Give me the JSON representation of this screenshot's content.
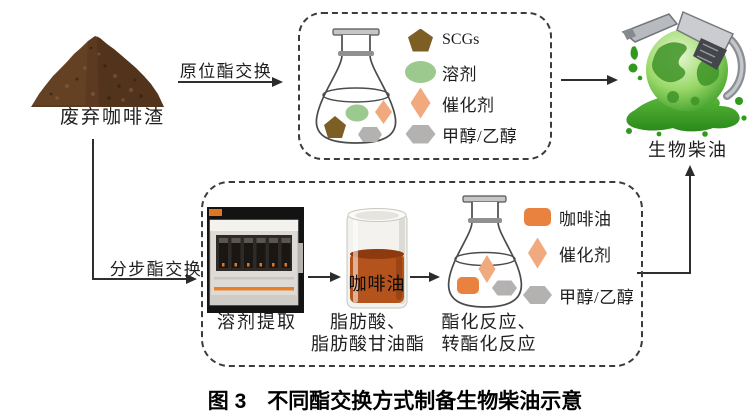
{
  "caption": "图 3　不同酯交换方式制备生物柴油示意",
  "source": {
    "coffee_grounds_label": "废弃咖啡渣"
  },
  "routes": {
    "in_situ_label": "原位酯交换",
    "stepwise_label": "分步酯交换"
  },
  "product": {
    "label": "生物柴油"
  },
  "top_box": {
    "legend": [
      {
        "shape": "pentagon",
        "label": "SCGs",
        "color": "#7d5e25"
      },
      {
        "shape": "ellipse",
        "label": "溶剂",
        "color": "#9cca8e"
      },
      {
        "shape": "diamond",
        "label": "催化剂",
        "color": "#f1a97e"
      },
      {
        "shape": "hexagon",
        "label": "甲醇/乙醇",
        "color": "#b4b1b1"
      }
    ]
  },
  "bottom_box": {
    "steps": {
      "extraction_label": "溶剂提取",
      "beaker_text": "咖啡油",
      "beaker_caption_line1": "脂肪酸、",
      "beaker_caption_line2": "脂肪酸甘油酯",
      "reaction_caption_line1": "酯化反应、",
      "reaction_caption_line2": "转酯化反应"
    },
    "legend": [
      {
        "shape": "rounded-square",
        "label": "咖啡油",
        "color": "#e8823e"
      },
      {
        "shape": "diamond",
        "label": "催化剂",
        "color": "#f1a97e"
      },
      {
        "shape": "hexagon",
        "label": "甲醇/乙醇",
        "color": "#b4b1b1"
      }
    ]
  },
  "images": {
    "coffee_grounds": "coffee-grounds-pile",
    "in_situ_flask": "erlenmeyer-flask-with-reagents",
    "extractor": "solvent-extractor-machine",
    "coffee_oil_beaker": "beaker-with-coffee-oil",
    "reaction_flask": "erlenmeyer-flask-with-reagents",
    "biodiesel": "green-globe-with-fuel-nozzle"
  },
  "colors": {
    "line": "#2f2f2f",
    "dashed_border": "#3c3c3c",
    "coffee_grounds_brown": "#5c3a21",
    "coffee_oil_liquid": "#b4531c",
    "globe_green": "#49a832",
    "scgs_pentagon": "#7d5e25",
    "solvent_green": "#9cca8e",
    "catalyst_diamond": "#f1a97e",
    "methanol_hexagon": "#b4b1b1",
    "coffee_oil_square": "#e8823e",
    "instrument_accent_orange": "#e8802a"
  }
}
